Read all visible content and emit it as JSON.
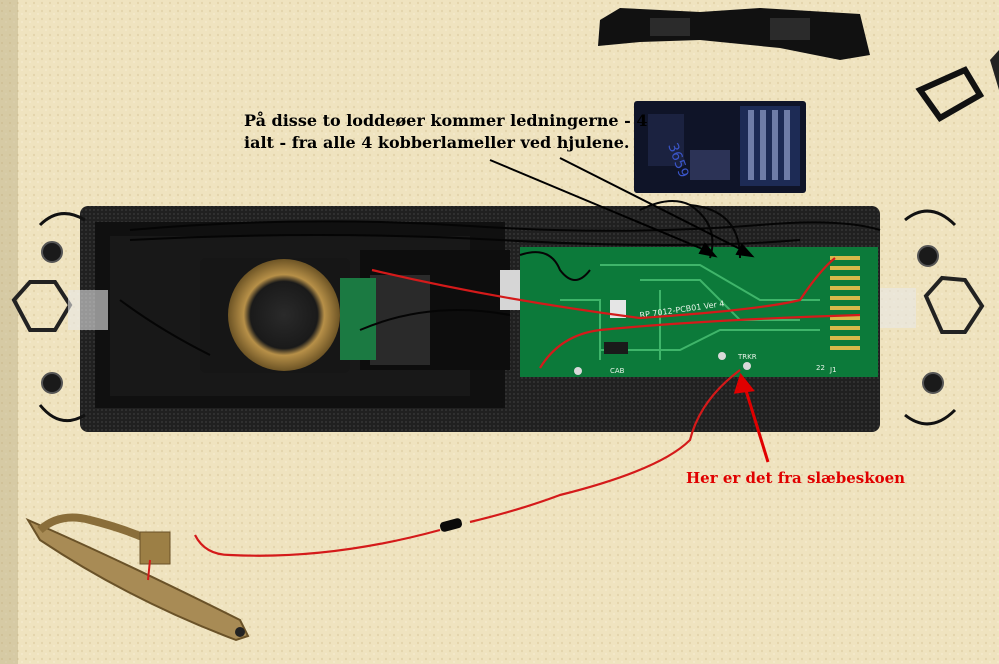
{
  "annotations": {
    "top_note_line1": "På disse to loddeøer kommer ledningerne - 4",
    "top_note_line2": "ialt - fra alle 4 kobberlameller ved hjulene.",
    "bottom_note": "Her er det fra slæbeskoen"
  },
  "pcb_labels": {
    "model": "RP  7012-PCB01 Ver 4",
    "cab": "CAB",
    "trkr": "TRKR",
    "j1": "J1",
    "pin22": "22"
  },
  "decoder_labels": {
    "number": "3659"
  },
  "colors": {
    "foam": "#efe3bf",
    "chassis": "#1a1a1a",
    "pcb": "#0c7a3a",
    "wire_red": "#d41a1a",
    "note_red": "#e00000"
  }
}
